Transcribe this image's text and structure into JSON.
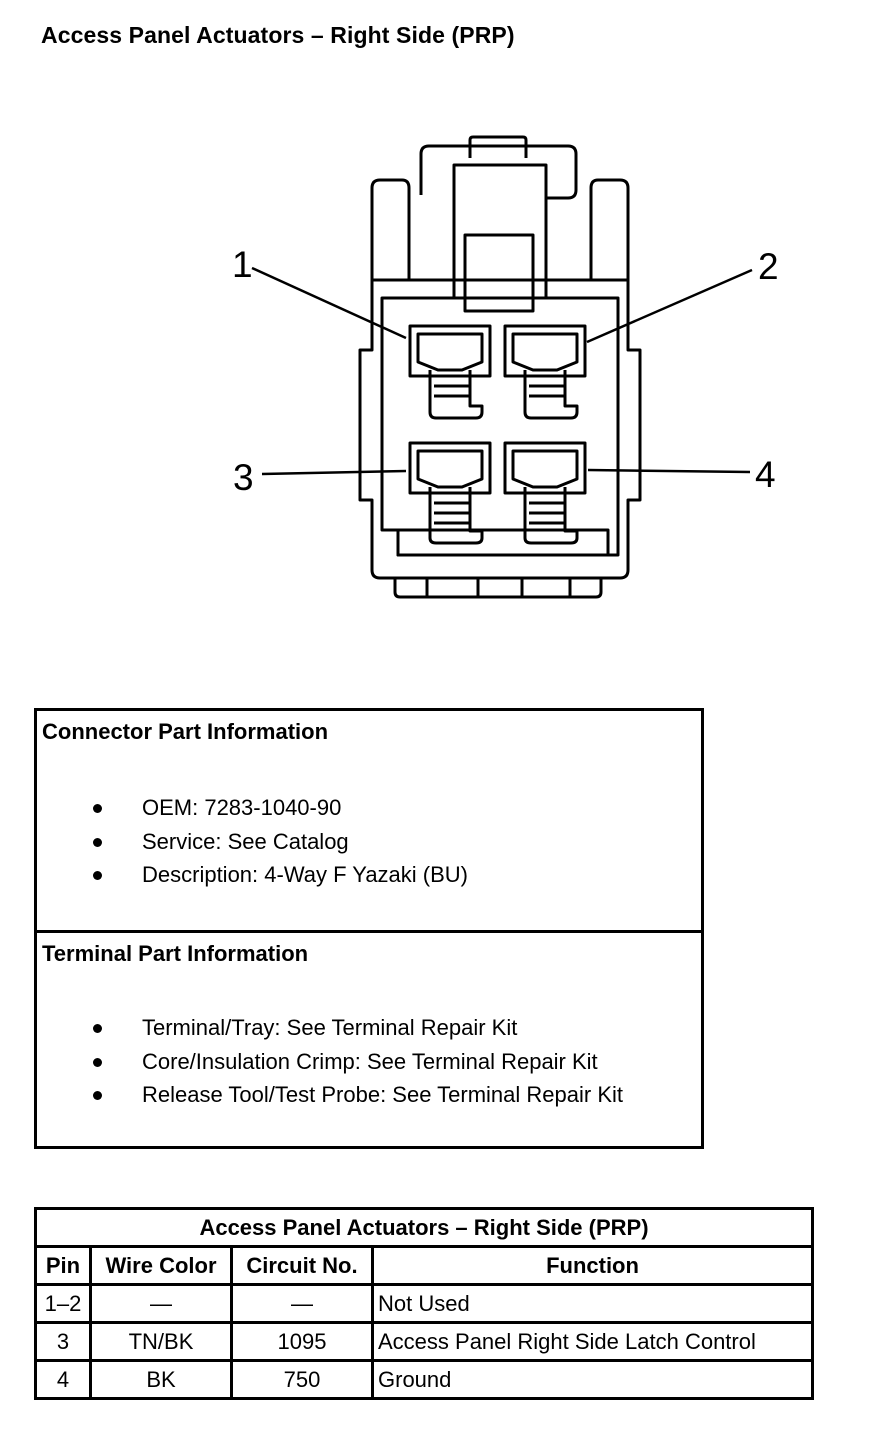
{
  "title": "Access Panel Actuators – Right Side (PRP)",
  "connector_diagram": {
    "pin_labels": [
      "1",
      "2",
      "3",
      "4"
    ]
  },
  "connector_info": {
    "heading": "Connector Part Information",
    "items": [
      "OEM: 7283-1040-90",
      "Service: See Catalog",
      "Description: 4-Way F Yazaki (BU)"
    ]
  },
  "terminal_info": {
    "heading": "Terminal Part Information",
    "items": [
      "Terminal/Tray: See Terminal Repair Kit",
      "Core/Insulation Crimp: See Terminal Repair Kit",
      "Release Tool/Test Probe: See Terminal Repair Kit"
    ]
  },
  "pin_table": {
    "title": "Access Panel Actuators – Right Side (PRP)",
    "headers": [
      "Pin",
      "Wire Color",
      "Circuit No.",
      "Function"
    ],
    "rows": [
      [
        "1–2",
        "—",
        "—",
        "Not Used"
      ],
      [
        "3",
        "TN/BK",
        "1095",
        "Access Panel Right Side Latch Control"
      ],
      [
        "4",
        "BK",
        "750",
        "Ground"
      ]
    ]
  }
}
